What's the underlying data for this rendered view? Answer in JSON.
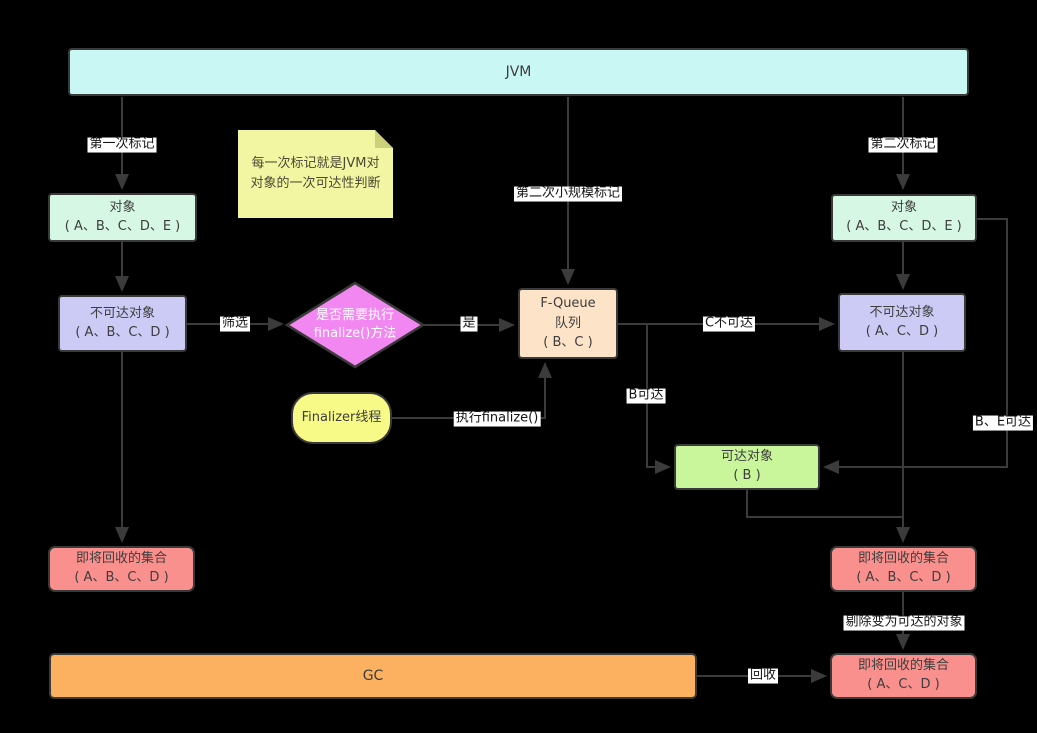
{
  "diagram_title": "JVM finalize / GC reachability flow",
  "nodes": {
    "jvm": {
      "label": "JVM"
    },
    "gc": {
      "label": "GC"
    },
    "note": {
      "line1": "每一次标记就是JVM对",
      "line2": "对象的一次可达性判断"
    },
    "object_left": {
      "title": "对象",
      "sub": "( A、B、C、D、E )"
    },
    "object_right": {
      "title": "对象",
      "sub": "( A、B、C、D、E )"
    },
    "unreachable_left": {
      "title": "不可达对象",
      "sub": "( A、B、C、D )"
    },
    "unreachable_right": {
      "title": "不可达对象",
      "sub": "( A、C、D )"
    },
    "decision": {
      "line1": "是否需要执行",
      "line2": "finalize()方法"
    },
    "fqueue": {
      "line1": "F-Queue",
      "line2": "队列",
      "line3": "( B、C )"
    },
    "finalizer": {
      "label": "Finalizer线程"
    },
    "reachable": {
      "title": "可达对象",
      "sub": "( B )"
    },
    "recycle_left": {
      "title": "即将回收的集合",
      "sub": "( A、B、C、D )"
    },
    "recycle_right1": {
      "title": "即将回收的集合",
      "sub": "( A、B、C、D )"
    },
    "recycle_right2": {
      "title": "即将回收的集合",
      "sub": "( A、C、D )"
    }
  },
  "edge_labels": {
    "first_mark": "第一次标记",
    "second_mark": "第二次标记",
    "second_small_mark": "第二次小规模标记",
    "filter": "筛选",
    "yes": "是",
    "exec_finalize": "执行finalize()",
    "c_unreachable": "C不可达",
    "b_reachable": "B可达",
    "be_reachable": "B、E可达",
    "remove_reachable": "剔除变为可达的对象",
    "recycle": "回收"
  },
  "colors": {
    "background": "#000000",
    "line": "#3b3b3b",
    "node_border": "#3a3a3a",
    "jvm_fill": "#c9f7f4",
    "object_fill": "#d5f7e3",
    "unreachable_fill": "#cbcbf5",
    "decision_fill": "#f387f2",
    "fqueue_fill": "#fde3c8",
    "finalizer_fill": "#f7fa87",
    "reachable_fill": "#c9f59b",
    "recycle_fill": "#f9908d",
    "gc_fill": "#fbb15f",
    "note_fill": "#f2f5a2",
    "label_bg": "#ffffff"
  }
}
